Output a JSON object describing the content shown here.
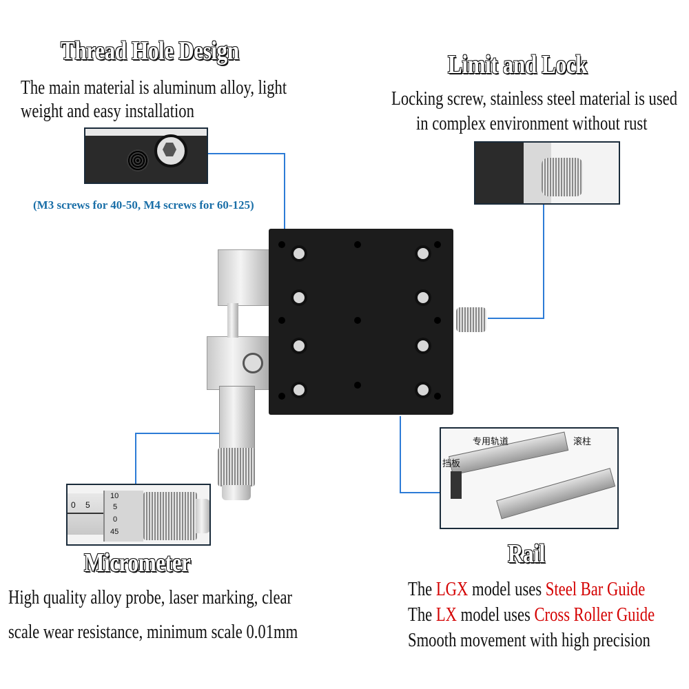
{
  "thread_hole": {
    "title": "Thread Hole Design",
    "line1": "The main material is aluminum alloy, light",
    "line2": "weight and easy installation",
    "note": "(M3 screws for 40-50, M4 screws for 60-125)"
  },
  "limit_lock": {
    "title": "Limit and Lock",
    "line1": "Locking screw, stainless steel material is used",
    "line2": "in complex environment without rust"
  },
  "micrometer": {
    "title": "Micrometer",
    "line1": "High quality alloy probe, laser marking, clear",
    "line2": "scale wear resistance, minimum scale 0.01mm",
    "scale_marks": [
      "10",
      "5",
      "0",
      "45"
    ],
    "sleeve_marks": [
      "0",
      "5"
    ]
  },
  "rail": {
    "title": "Rail",
    "line1_a": "The ",
    "line1_model": "LGX",
    "line1_b": " model uses ",
    "line1_guide": "Steel Bar Guide",
    "line2_a": "The ",
    "line2_model": "LX",
    "line2_b": " model uses ",
    "line2_guide": "Cross Roller Guide",
    "line3": "Smooth movement with high precision",
    "label_track": "专用轨道",
    "label_roller": "滚柱",
    "label_baffle": "挡板"
  },
  "colors": {
    "accent_line": "#2c7bd6",
    "note_blue": "#1a6fa8",
    "highlight_red": "#d40000"
  }
}
